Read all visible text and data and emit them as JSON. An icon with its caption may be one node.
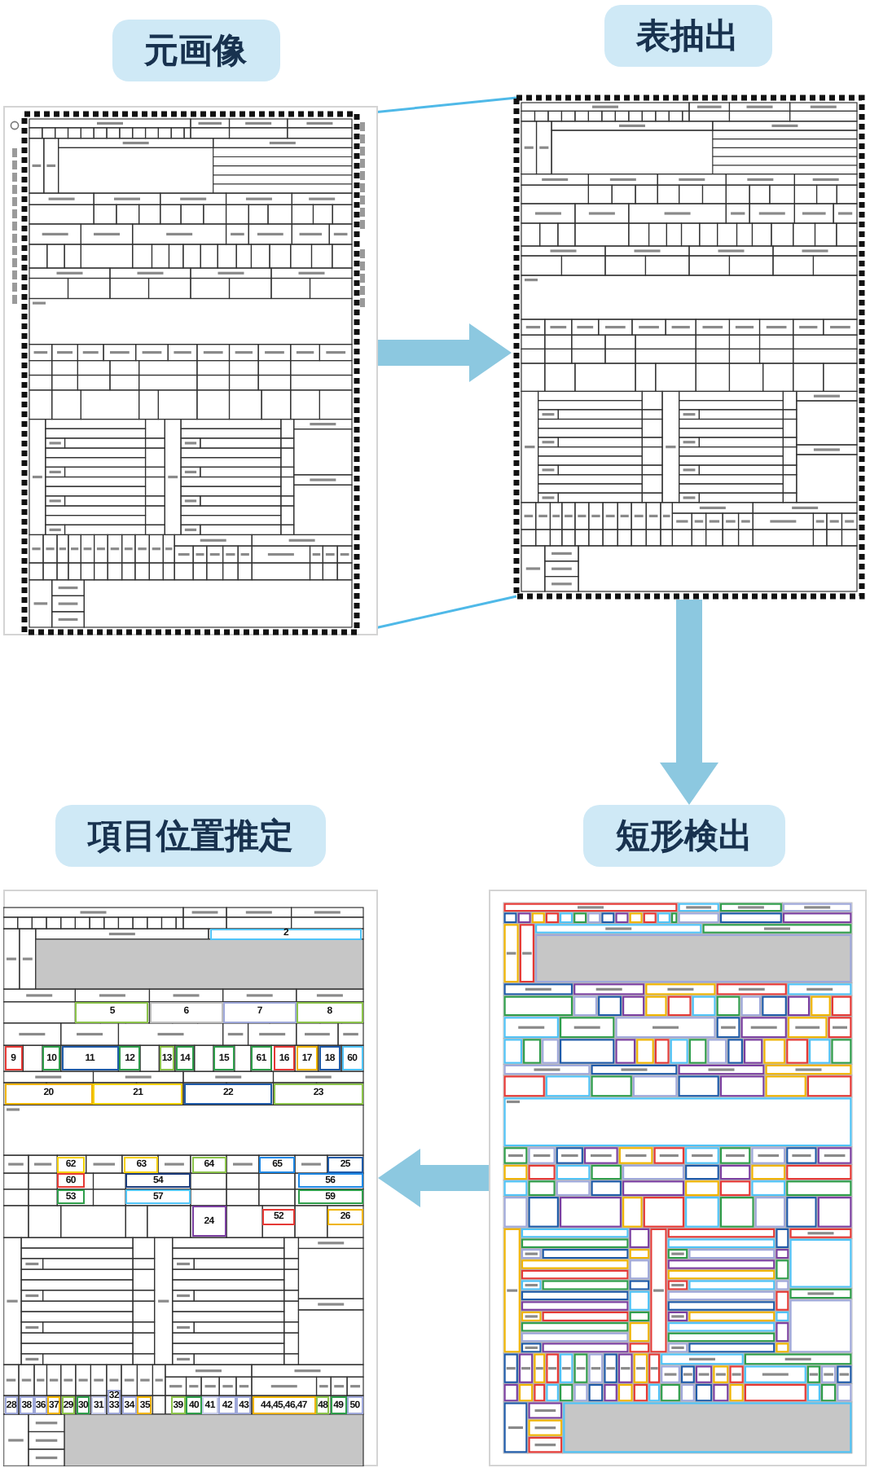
{
  "diagram": {
    "nodes": [
      {
        "text": [
          "元画像"
        ]
      },
      {
        "text": [
          "表抽出"
        ]
      },
      {
        "text": [
          "短形検出"
        ]
      },
      {
        "text": [
          "項目位置推定"
        ]
      }
    ],
    "edges": [
      {
        "from": 0,
        "to": 1,
        "arrow": "to"
      },
      {
        "from": 1,
        "to": 2,
        "arrow": "to"
      },
      {
        "from": 2,
        "to": 3,
        "arrow": "to"
      }
    ],
    "labels": [
      "2",
      "5",
      "6",
      "7",
      "8",
      "9",
      "10",
      "11",
      "12",
      "13",
      "14",
      "15",
      "61",
      "16",
      "17",
      "18",
      "60",
      "20",
      "21",
      "22",
      "23",
      "62",
      "63",
      "64",
      "65",
      "25",
      "60",
      "54",
      "56",
      "53",
      "57",
      "59",
      "24",
      "52",
      "26",
      "28",
      "38",
      "36",
      "37",
      "29",
      "30",
      "31",
      "32 33",
      "34",
      "35",
      "39",
      "40",
      "41",
      "42",
      "43",
      "44,45,46,47",
      "48",
      "49",
      "50"
    ]
  }
}
